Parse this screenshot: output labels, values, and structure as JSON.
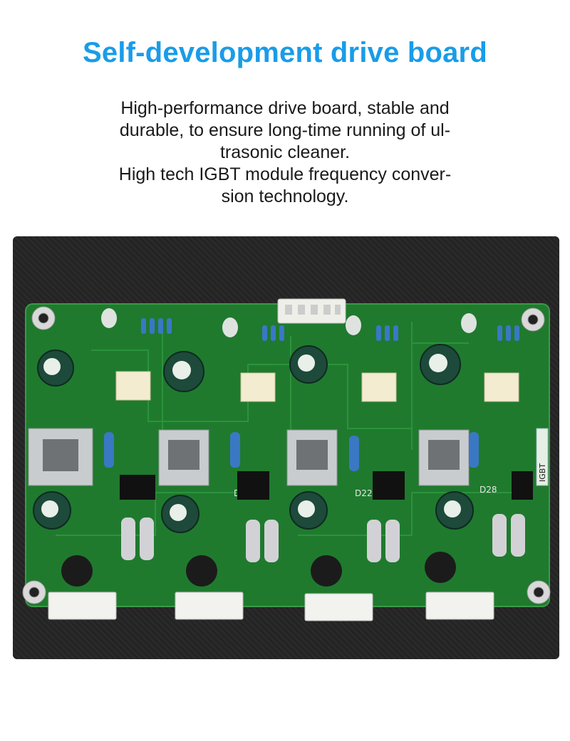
{
  "header": {
    "title": "Self-development drive board"
  },
  "description": {
    "lines": [
      "High-performance drive board, stable and",
      "durable, to ensure long-time running of ul-",
      "trasonic cleaner.",
      "High tech IGBT module frequency conver-",
      "sion technology."
    ]
  },
  "board_photo": {
    "silkscreen": {
      "part_label": "IGBT",
      "diodes": [
        "D24",
        "D22",
        "D28"
      ]
    },
    "colors": {
      "pcb": "#1f7a2e",
      "background": "#262626"
    }
  }
}
